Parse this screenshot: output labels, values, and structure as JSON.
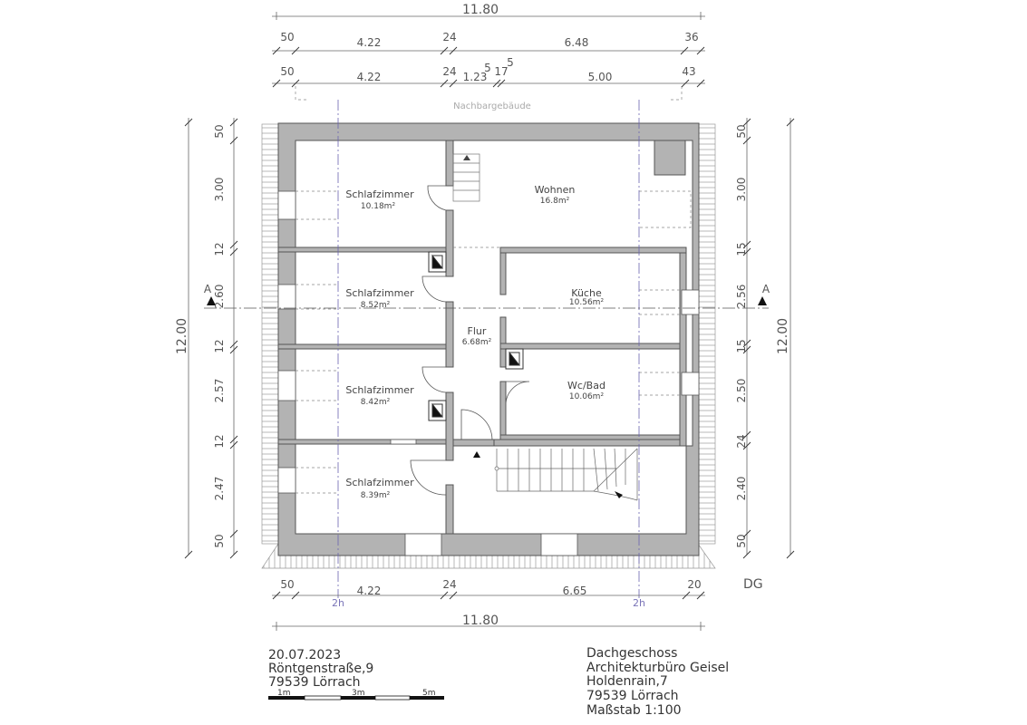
{
  "dims": {
    "top_total": "11.80",
    "top_row1": [
      "50",
      "4.22",
      "24",
      "6.48",
      "36"
    ],
    "top_row2": [
      "50",
      "4.22",
      "24",
      "1.23",
      "5",
      "17",
      "5",
      "5.00",
      "43"
    ],
    "bottom_row": [
      "50",
      "4.22",
      "24",
      "6.65",
      "20"
    ],
    "bottom_total": "11.80",
    "left_total": "12.00",
    "right_total": "12.00",
    "left_col": [
      "50",
      "3.00",
      "12",
      "2.60",
      "12",
      "2.57",
      "12",
      "2.47",
      "50"
    ],
    "right_col": [
      "50",
      "3.00",
      "15",
      "2.56",
      "15",
      "2.50",
      "24",
      "2.40",
      "50"
    ]
  },
  "neighbor_label": "Nachbargebäude",
  "section_marker": "A",
  "axis_label": "2h",
  "level_label": "DG",
  "rooms": [
    {
      "name": "Schlafzimmer",
      "area": "10.18m²"
    },
    {
      "name": "Wohnen",
      "area": "16.8m²"
    },
    {
      "name": "Schlafzimmer",
      "area": "8.52m²"
    },
    {
      "name": "Küche",
      "area": "10.56m²"
    },
    {
      "name": "Flur",
      "area": "6.68m²"
    },
    {
      "name": "Schlafzimmer",
      "area": "8.42m²"
    },
    {
      "name": "Wc/Bad",
      "area": "10.06m²"
    },
    {
      "name": "Schlafzimmer",
      "area": "8.39m²"
    }
  ],
  "info_left": [
    "20.07.2023",
    "Röntgenstraße,9",
    "79539 Lörrach"
  ],
  "scale_bar": [
    "1m",
    "3m",
    "5m"
  ],
  "info_right": [
    "Dachgeschoss",
    "Architekturbüro Geisel",
    "Holdenrain,7",
    "79539 Lörrach",
    "Maßstab 1:100"
  ],
  "colors": {
    "wall": "#b3b3b3",
    "line": "#555555",
    "axis": "#6a64b0"
  }
}
